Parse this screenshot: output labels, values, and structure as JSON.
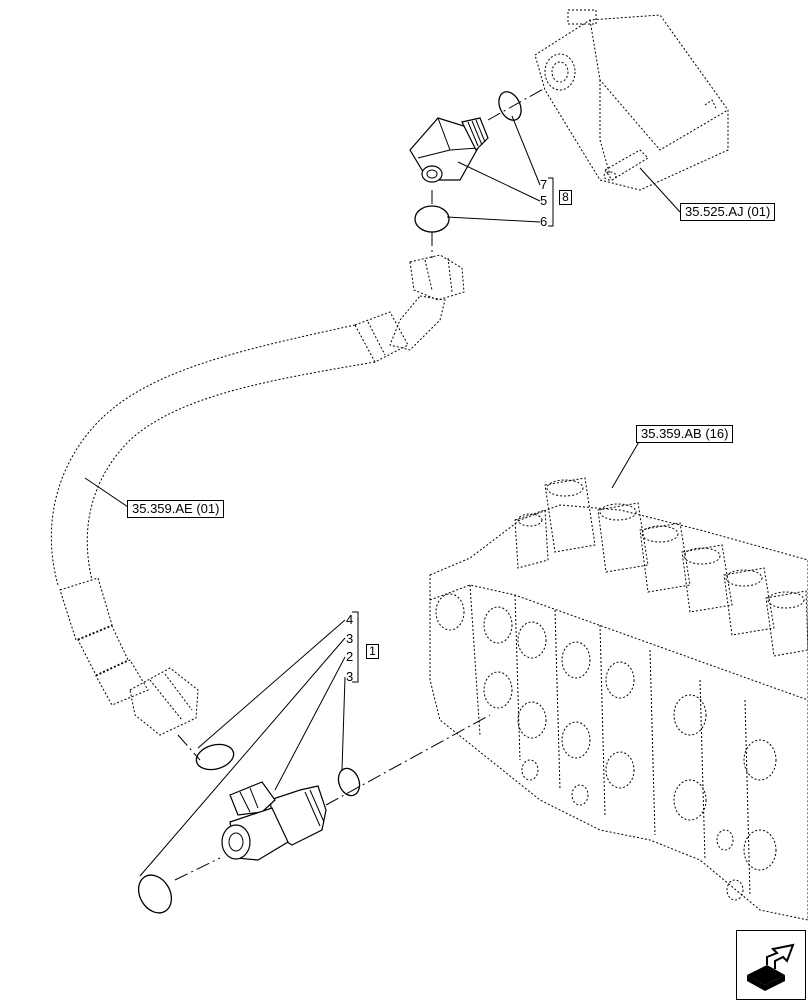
{
  "references": {
    "valve_block": "35.525.AJ (01)",
    "control_valve": "35.359.AB (16)",
    "hose": "35.359.AE (01)"
  },
  "callouts_upper": {
    "n7": "7",
    "n5": "5",
    "n6": "6",
    "kit": "8"
  },
  "callouts_lower": {
    "n4": "4",
    "n3a": "3",
    "n2": "2",
    "n3b": "3",
    "kit": "1"
  },
  "icons": {
    "navigation": "next-page-arrow-icon"
  }
}
